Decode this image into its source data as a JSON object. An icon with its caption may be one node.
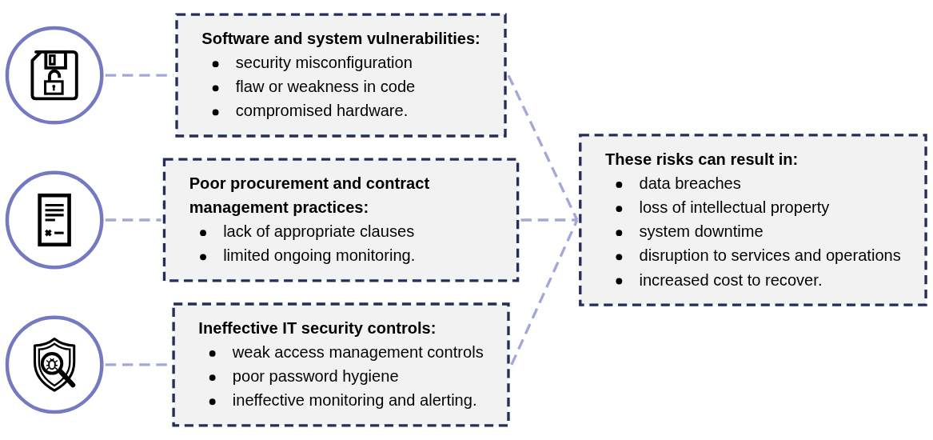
{
  "diagram": {
    "nodes": [
      {
        "text": [],
        "shape": "circle"
      },
      {
        "text": [
          "Software and system vulnerabilities:",
          "security misconfiguration",
          "flaw or weakness in code",
          "compromised hardware."
        ]
      },
      {
        "text": [],
        "shape": "circle"
      },
      {
        "text": [
          "Poor procurement and contract management practices:",
          "lack of appropriate clauses",
          "limited ongoing monitoring."
        ]
      },
      {
        "text": [],
        "shape": "circle"
      },
      {
        "text": [
          "Ineffective IT security controls:",
          "weak access management controls",
          "poor password hygiene",
          "ineffective monitoring and alerting."
        ]
      },
      {
        "text": [
          "These risks can result in:",
          "data breaches",
          "loss of intellectual property",
          "system downtime",
          "disruption to services and operations",
          "increased cost to recover."
        ]
      }
    ],
    "edges": [
      {
        "from": 0,
        "to": 1,
        "arrow": "none",
        "style": "dashed"
      },
      {
        "from": 2,
        "to": 3,
        "arrow": "none",
        "style": "dashed"
      },
      {
        "from": 4,
        "to": 5,
        "arrow": "none",
        "style": "dashed"
      },
      {
        "from": 1,
        "to": 6,
        "arrow": "none",
        "style": "dashed"
      },
      {
        "from": 3,
        "to": 6,
        "arrow": "none",
        "style": "dashed"
      },
      {
        "from": 5,
        "to": 6,
        "arrow": "none",
        "style": "dashed"
      }
    ]
  }
}
